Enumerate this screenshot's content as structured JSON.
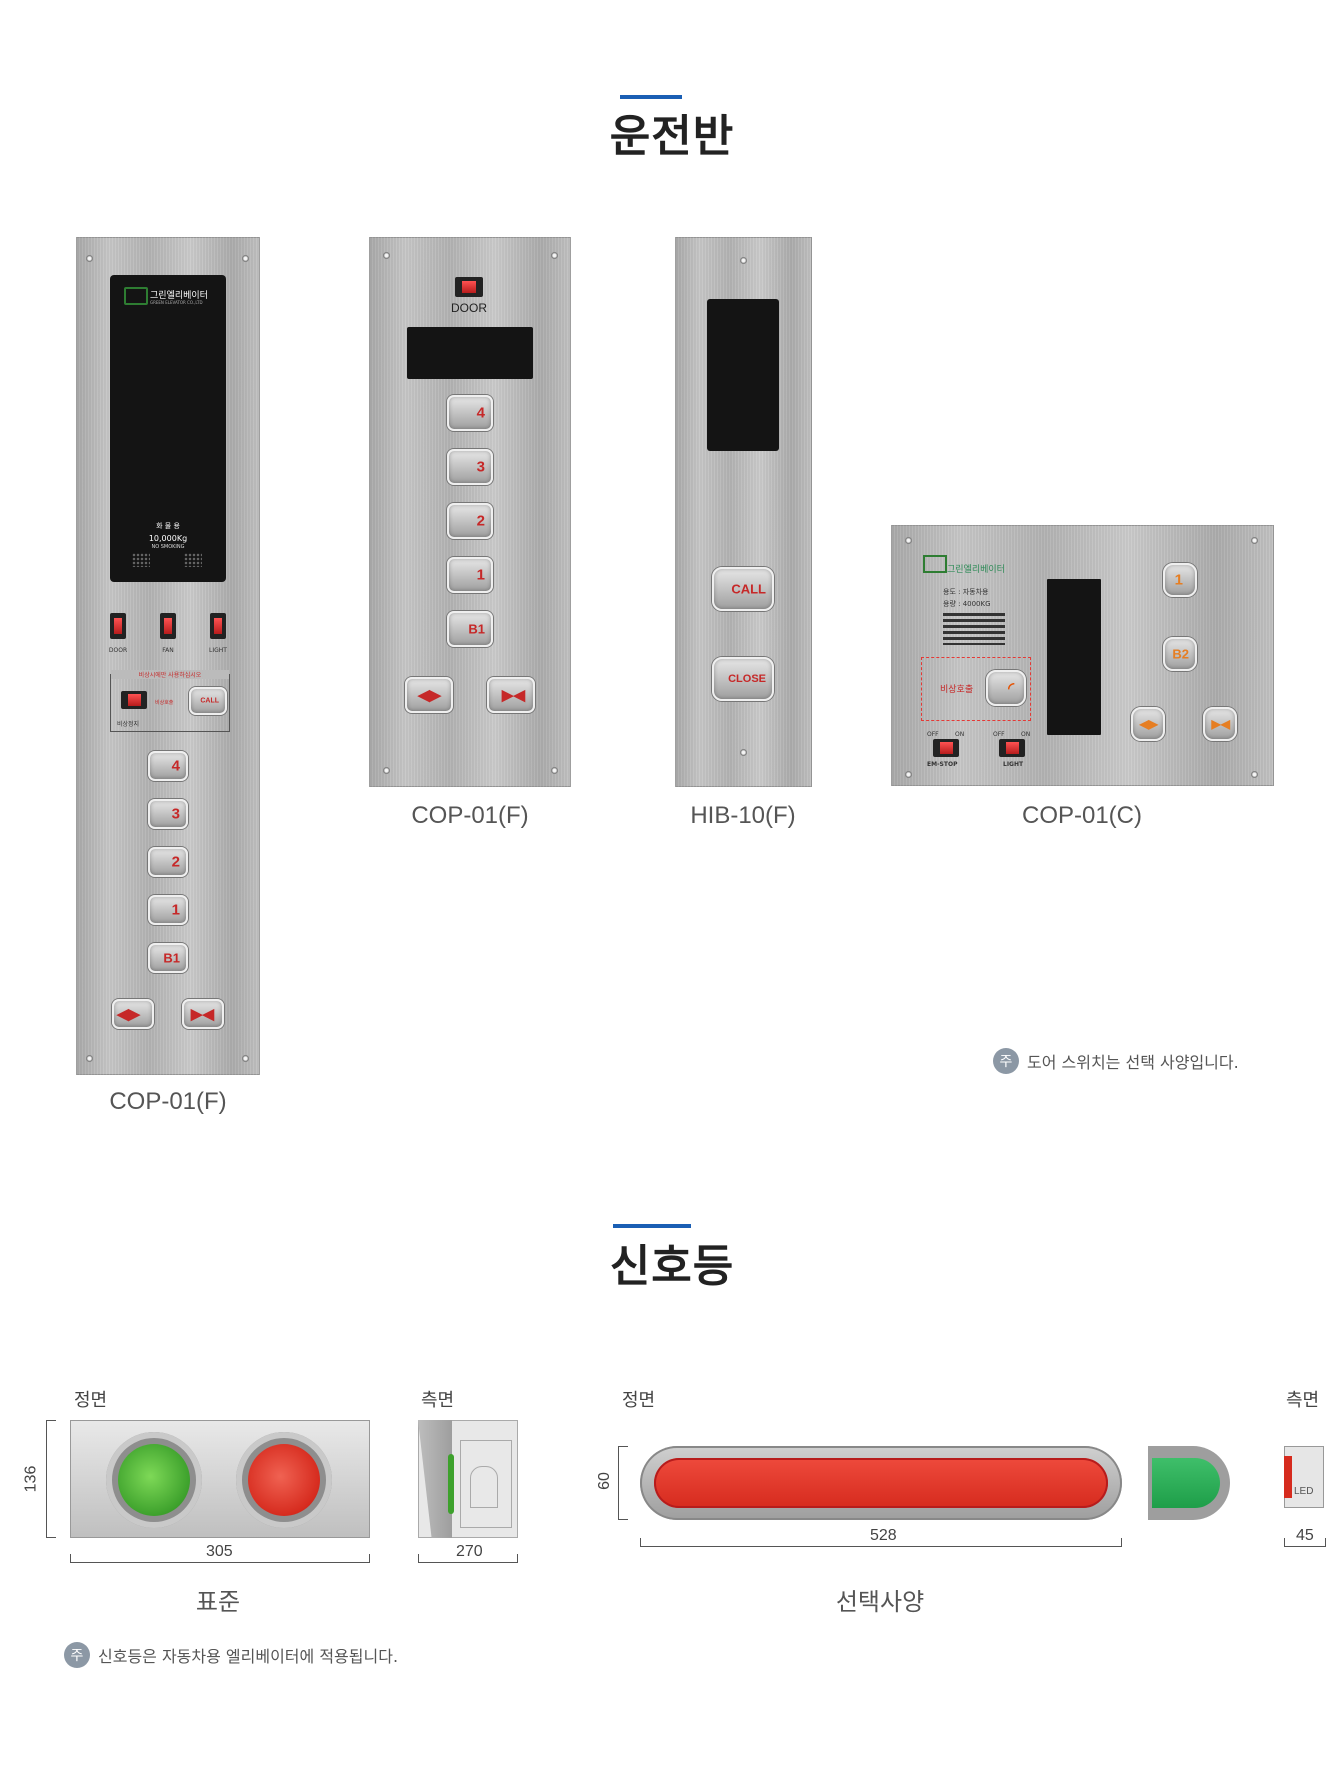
{
  "section1": {
    "title": "운전반"
  },
  "panels": [
    {
      "caption": "COP-01(F)",
      "brand": "그린엘리베이터",
      "brand_en": "GREEN ELEVATOR CO.,LTD",
      "use": "화 물 용",
      "capacity": "10,000Kg",
      "nosmoke": "NO SMOKING",
      "switches": [
        "DOOR",
        "FAN",
        "LIGHT"
      ],
      "emergency_title": "비상시에만 사용하십시오",
      "emergency_sw": "비상정지",
      "emergency_call": "비상호출",
      "call": "CALL",
      "floors": [
        "4",
        "3",
        "2",
        "1",
        "B1"
      ]
    },
    {
      "caption": "COP-01(F)",
      "door": "DOOR",
      "floors": [
        "4",
        "3",
        "2",
        "1",
        "B1"
      ]
    },
    {
      "caption": "HIB-10(F)",
      "call": "CALL",
      "close": "CLOSE"
    },
    {
      "caption": "COP-01(C)",
      "brand": "그린엘리베이터",
      "spec1": "용도 : 자동차용",
      "spec2": "용량 : 4000KG",
      "emcall": "비상호출",
      "floors": [
        "1",
        "B2"
      ],
      "sw1": "EM-STOP",
      "sw2": "LIGHT",
      "off": "OFF",
      "on": "ON"
    }
  ],
  "note1": {
    "badge": "주",
    "text": "도어 스위치는 선택 사양입니다."
  },
  "section2": {
    "title": "신호등"
  },
  "signal_standard": {
    "front": "정면",
    "side": "측면",
    "height": "136",
    "width": "305",
    "depth": "270",
    "caption": "표준"
  },
  "signal_option": {
    "front": "정면",
    "side": "측면",
    "height": "60",
    "width": "528",
    "depth": "45",
    "led": "LED",
    "caption": "선택사양"
  },
  "note2": {
    "badge": "주",
    "text": "신호등은 자동차용 엘리베이터에 적용됩니다."
  },
  "colors": {
    "accent": "#1a5fb4",
    "red": "#e53935",
    "green": "#43a047"
  }
}
